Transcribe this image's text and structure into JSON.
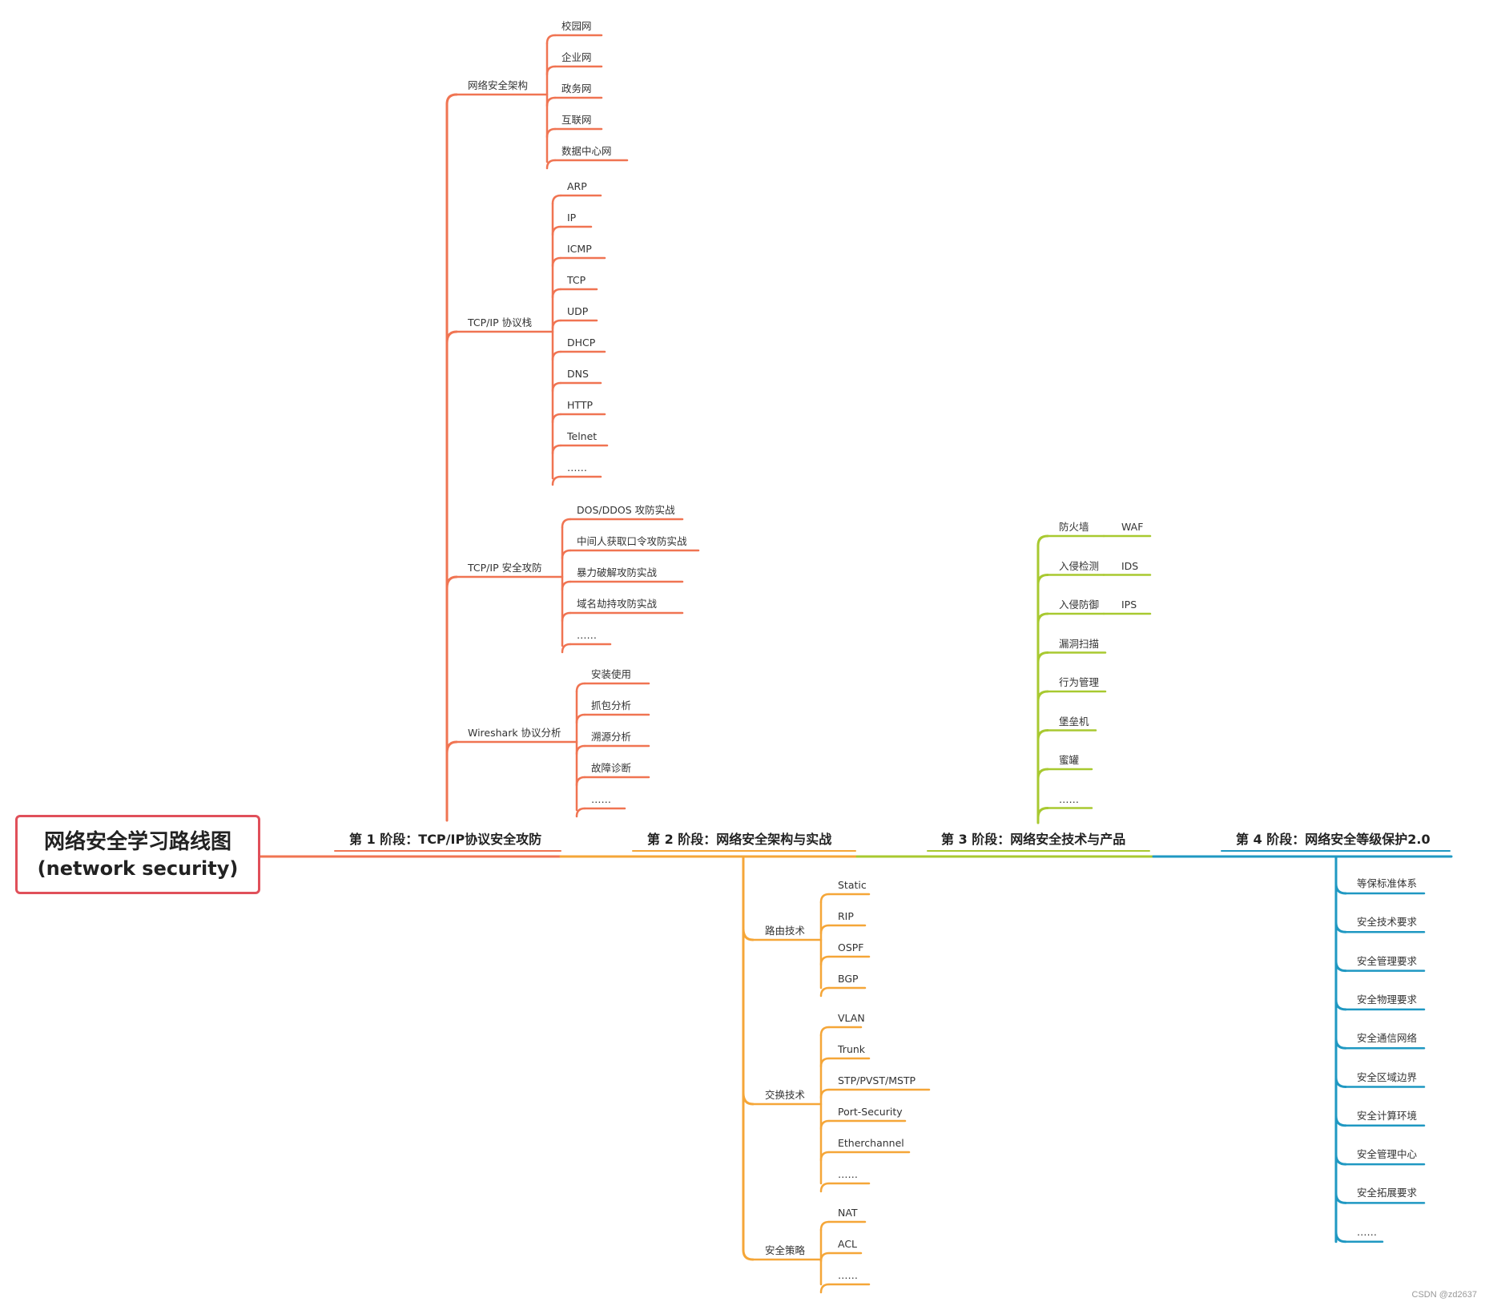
{
  "root": {
    "title": "网络安全学习路线图",
    "subtitle": "(network security)"
  },
  "colors": {
    "stage1": "#f07452",
    "stage2": "#f5a638",
    "stage3": "#a8c930",
    "stage4": "#1f98c2",
    "root_border": "#e0505a"
  },
  "stages": [
    {
      "label": "第 1 阶段：TCP/IP协议安全攻防",
      "groups": [
        {
          "label": "网络安全架构",
          "items": [
            "校园网",
            "企业网",
            "政务网",
            "互联网",
            "数据中心网"
          ]
        },
        {
          "label": "TCP/IP 协议栈",
          "items": [
            "ARP",
            "IP",
            "ICMP",
            "TCP",
            "UDP",
            "DHCP",
            "DNS",
            "HTTP",
            "Telnet",
            "……"
          ]
        },
        {
          "label": "TCP/IP 安全攻防",
          "items": [
            "DOS/DDOS 攻防实战",
            "中间人获取口令攻防实战",
            "暴力破解攻防实战",
            "域名劫持攻防实战",
            "……"
          ]
        },
        {
          "label": "Wireshark 协议分析",
          "items": [
            "安装使用",
            "抓包分析",
            "溯源分析",
            "故障诊断",
            "……"
          ]
        }
      ]
    },
    {
      "label": "第 2 阶段：网络安全架构与实战",
      "groups": [
        {
          "label": "路由技术",
          "items": [
            "Static",
            "RIP",
            "OSPF",
            "BGP"
          ]
        },
        {
          "label": "交换技术",
          "items": [
            "VLAN",
            "Trunk",
            "STP/PVST/MSTP",
            "Port-Security",
            "Etherchannel",
            "……"
          ]
        },
        {
          "label": "安全策略",
          "items": [
            "NAT",
            "ACL",
            "……"
          ]
        }
      ]
    },
    {
      "label": "第 3 阶段：网络安全技术与产品",
      "items": [
        {
          "label": "防火墙",
          "sub": "WAF"
        },
        {
          "label": "入侵检测",
          "sub": "IDS"
        },
        {
          "label": "入侵防御",
          "sub": "IPS"
        },
        {
          "label": "漏洞扫描"
        },
        {
          "label": "行为管理"
        },
        {
          "label": "堡垒机"
        },
        {
          "label": "蜜罐"
        },
        {
          "label": "……"
        }
      ]
    },
    {
      "label": "第 4 阶段：网络安全等级保护2.0",
      "items": [
        "等保标准体系",
        "安全技术要求",
        "安全管理要求",
        "安全物理要求",
        "安全通信网络",
        "安全区域边界",
        "安全计算环境",
        "安全管理中心",
        "安全拓展要求",
        "……"
      ]
    }
  ],
  "watermark": "CSDN @zd2637"
}
